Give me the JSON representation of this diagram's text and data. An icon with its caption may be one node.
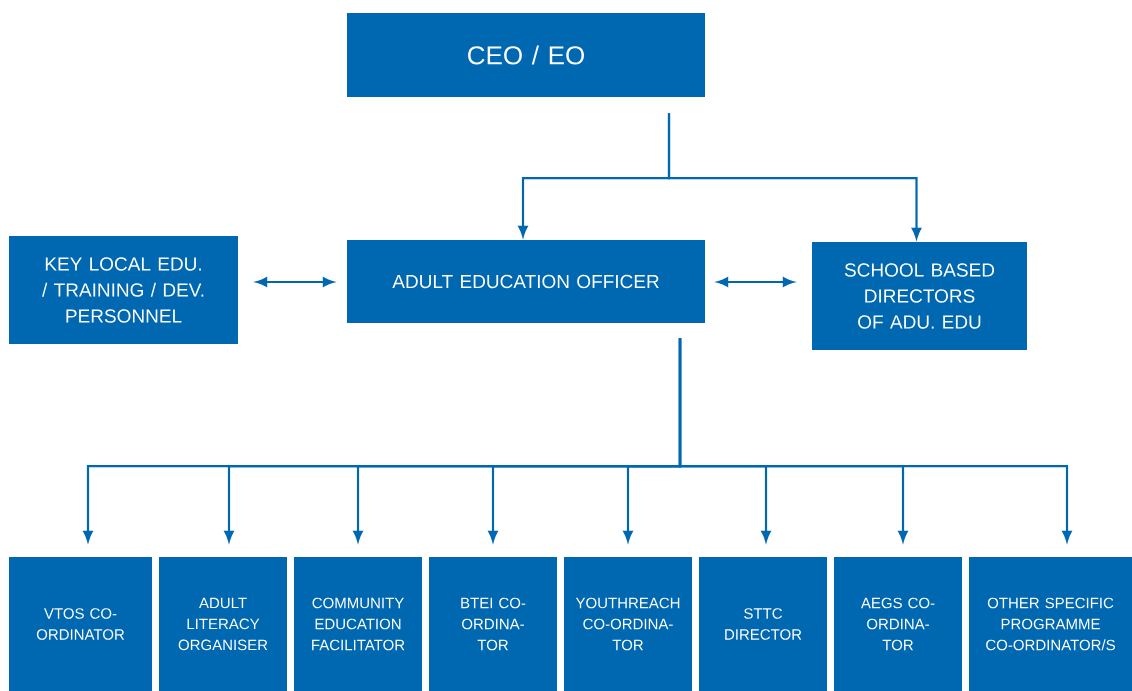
{
  "diagram": {
    "nodes": [
      {
        "text": [
          "CEO / EO"
        ]
      },
      {
        "text": [
          "KEY LOCAL EDU. / TRAINING / DEV. PERSONNEL"
        ]
      },
      {
        "text": [
          "ADULT EDUCATION OFFICER"
        ]
      },
      {
        "text": [
          "SCHOOL BASED DIRECTORS OF ADU. EDU"
        ]
      },
      {
        "text": [
          "VTOS CO-ORDINATOR"
        ]
      },
      {
        "text": [
          "ADULT LITERACY ORGANISER"
        ]
      },
      {
        "text": [
          "COMMUNITY EDUCATION FACILITATOR"
        ]
      },
      {
        "text": [
          "BTEI CO-ORDINA- TOR"
        ]
      },
      {
        "text": [
          "YOUTHREACH CO-ORDINA- TOR"
        ]
      },
      {
        "text": [
          "STTC DIRECTOR"
        ]
      },
      {
        "text": [
          "AEGS CO-ORDINA- TOR"
        ]
      },
      {
        "text": [
          "OTHER SPECIFIC PROGRAMME CO-ORDINATOR/S"
        ]
      }
    ],
    "edges": [
      {
        "from": 0,
        "to": 2,
        "arrow": "to"
      },
      {
        "from": 0,
        "to": 3,
        "arrow": "to"
      },
      {
        "from": 1,
        "to": 2,
        "arrow": "both"
      },
      {
        "from": 2,
        "to": 3,
        "arrow": "both"
      },
      {
        "from": 2,
        "to": 4,
        "arrow": "to"
      },
      {
        "from": 2,
        "to": 5,
        "arrow": "to"
      },
      {
        "from": 2,
        "to": 6,
        "arrow": "to"
      },
      {
        "from": 2,
        "to": 7,
        "arrow": "to"
      },
      {
        "from": 2,
        "to": 8,
        "arrow": "to"
      },
      {
        "from": 2,
        "to": 9,
        "arrow": "to"
      },
      {
        "from": 2,
        "to": 10,
        "arrow": "to"
      },
      {
        "from": 2,
        "to": 11,
        "arrow": "to"
      }
    ]
  }
}
